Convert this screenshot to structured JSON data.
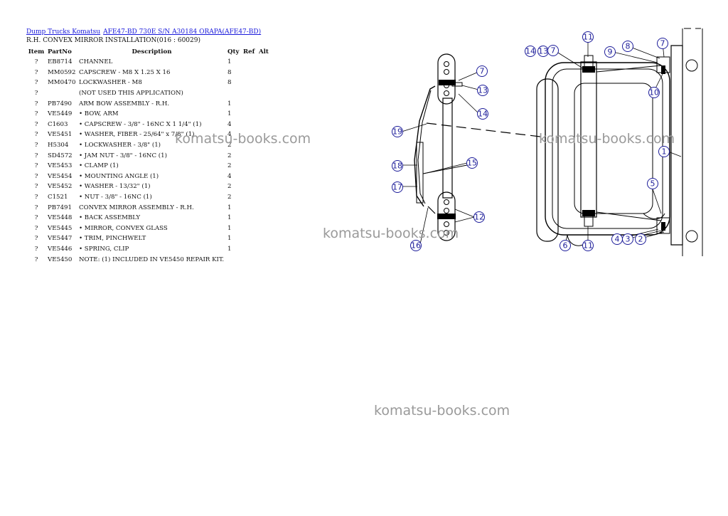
{
  "breadcrumb": {
    "link1": "Dump Trucks Komatsu",
    "link2": "AFE47-BD 730E S/N A30184 ORAPA(AFE47-BD)"
  },
  "subtitle": "R.H. CONVEX MIRROR INSTALLATION(016 : 60029)",
  "table": {
    "headers": {
      "item": "Item",
      "partno": "PartNo",
      "description": "Description",
      "qty": "Qty",
      "ref": "Ref",
      "alt": "Alt"
    },
    "rows": [
      {
        "item": "?",
        "partno": "EB8714",
        "description": "CHANNEL",
        "qty": "1"
      },
      {
        "item": "?",
        "partno": "MM0592",
        "description": "CAPSCREW - M8 X 1.25 X 16",
        "qty": "8"
      },
      {
        "item": "?",
        "partno": "MM0470",
        "description": "LOCKWASHER - M8",
        "qty": "8"
      },
      {
        "item": "?",
        "partno": "",
        "description": "(NOT USED THIS APPLICATION)",
        "qty": ""
      },
      {
        "item": "?",
        "partno": "PB7490",
        "description": "ARM BOW ASSEMBLY - R.H.",
        "qty": "1"
      },
      {
        "item": "?",
        "partno": "VE5449",
        "description": "• BOW, ARM",
        "qty": "1"
      },
      {
        "item": "?",
        "partno": "C1603",
        "description": "• CAPSCREW - 3/8\" - 16NC X 1 1/4\" (1)",
        "qty": "4"
      },
      {
        "item": "?",
        "partno": "VE5451",
        "description": "• WASHER, FIBER - 25/64\" x 7/8\" (1)",
        "qty": "4"
      },
      {
        "item": "?",
        "partno": "H5304",
        "description": "• LOCKWASHER - 3/8\" (1)",
        "qty": "2"
      },
      {
        "item": "?",
        "partno": "SD4572",
        "description": "• JAM NUT - 3/8\" - 16NC (1)",
        "qty": "2"
      },
      {
        "item": "?",
        "partno": "VE5453",
        "description": "• CLAMP (1)",
        "qty": "2"
      },
      {
        "item": "?",
        "partno": "VE5454",
        "description": "• MOUNTING ANGLE (1)",
        "qty": "4"
      },
      {
        "item": "?",
        "partno": "VE5452",
        "description": "• WASHER - 13/32\" (1)",
        "qty": "2"
      },
      {
        "item": "?",
        "partno": "C1521",
        "description": "• NUT - 3/8\" - 16NC (1)",
        "qty": "2"
      },
      {
        "item": "?",
        "partno": "PB7491",
        "description": "CONVEX MIRROR ASSEMBLY - R.H.",
        "qty": "1"
      },
      {
        "item": "?",
        "partno": "VE5448",
        "description": "• BACK ASSEMBLY",
        "qty": "1"
      },
      {
        "item": "?",
        "partno": "VE5445",
        "description": "• MIRROR, CONVEX GLASS",
        "qty": "1"
      },
      {
        "item": "?",
        "partno": "VE5447",
        "description": "• TRIM, PINCHWELT",
        "qty": "1"
      },
      {
        "item": "?",
        "partno": "VE5446",
        "description": "• SPRING, CLIP",
        "qty": "1"
      },
      {
        "item": "?",
        "partno": "VE5450",
        "description": "NOTE: (1) INCLUDED IN VE5450 REPAIR KIT.",
        "qty": ""
      }
    ]
  },
  "watermark": "komatsu-books.com",
  "diagram_balloons": [
    "14",
    "13",
    "7",
    "11",
    "9",
    "8",
    "7",
    "10",
    "1",
    "7",
    "13",
    "14",
    "19",
    "15",
    "18",
    "17",
    "12",
    "16",
    "5",
    "6",
    "11",
    "4",
    "3",
    "2"
  ],
  "colors": {
    "link": "#1a1adb",
    "balloon": "#1d1d9a",
    "watermark": "#9a9a9a"
  }
}
